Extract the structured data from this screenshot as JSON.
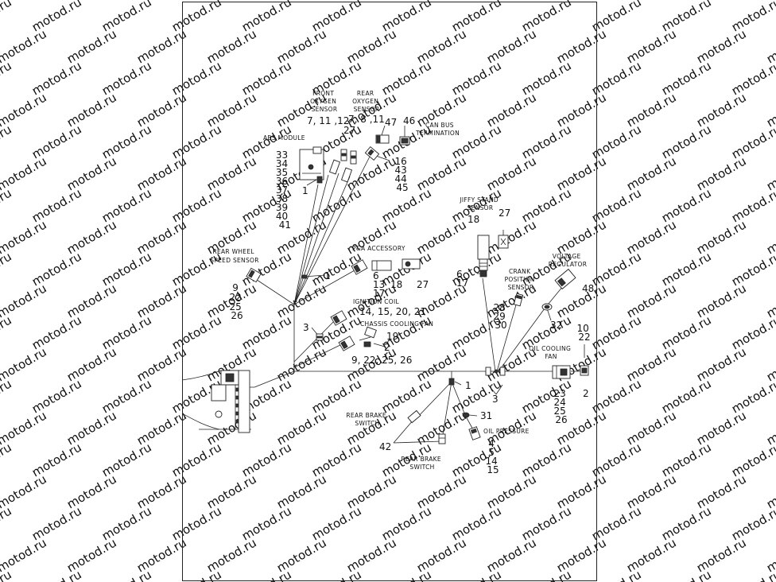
{
  "watermark": "motod.ru",
  "labels": {
    "front_oxygen_sensor": [
      "FRONT",
      "OXYGEN",
      "SENSOR"
    ],
    "rear_oxygen_sensor": [
      "REAR",
      "OXYGEN",
      "SENSOR"
    ],
    "can_bus_termination": [
      "CAN BUS",
      "TERMINATION"
    ],
    "abs_module": "ABS MODULE",
    "jiffy_stand_sensor": [
      "JIFFY STAND",
      "SENSOR"
    ],
    "rear_wheel_speed_sensor": [
      "REAR WHEEL",
      "SPEED SENSOR"
    ],
    "pa_accessory": "P&A ACCESSORY",
    "voltage_regulator": [
      "VOLTAGE",
      "REGULATOR"
    ],
    "crank_position_sensor": [
      "CRANK",
      "POSITION",
      "SENSOR"
    ],
    "ignition_coil": "IGNITION COIL",
    "chassis_cooling_fan": "CHASSIS COOLING FAN",
    "oil_cooling_fan": [
      "OIL COOLING",
      "FAN"
    ],
    "rear_brake_switch_upper": [
      "REAR BRAKE",
      "SWITCH"
    ],
    "oil_pressure": "OIL PRESSURE",
    "rear_brake_switch_lower": [
      "REAR BRAKE",
      "SWITCH"
    ]
  },
  "callouts": {
    "front_o2": "7, 11 ,12",
    "rear_o2": "7, 8 ,11",
    "n27_top": "27",
    "n47": "47",
    "n46": "46",
    "abs_list": [
      "33",
      "34",
      "35",
      "36",
      "37",
      "38",
      "39",
      "40",
      "41"
    ],
    "abs_1": "1",
    "can_list": [
      "16",
      "43",
      "44",
      "45"
    ],
    "jiffy_18": "18",
    "jiffy_27": "27",
    "rwss_list": [
      "9",
      "22",
      "25",
      "26"
    ],
    "harness_1": "1",
    "pa_6": "6",
    "pa_13": "13",
    "pa_17": "17",
    "pa_18": "18",
    "pa_27": "27",
    "jiffy_6": "6",
    "jiffy_17": "17",
    "vr_48": "48",
    "crank_list": [
      "28",
      "29",
      "30"
    ],
    "ign_list": "14, 15, 20, 21",
    "n32": "32",
    "n3_left": "3",
    "n19": "19",
    "n2_mid": "2",
    "fan_list": "9, 22, 25, 26",
    "ocf_top": [
      "10",
      "22"
    ],
    "n2_right": "2",
    "n3_center": "3",
    "n1_center": "1",
    "ocf_list": [
      "23",
      "24",
      "25",
      "26"
    ],
    "n31": "31",
    "op_list": [
      "4",
      "5",
      "14",
      "15"
    ],
    "n42": "42"
  }
}
